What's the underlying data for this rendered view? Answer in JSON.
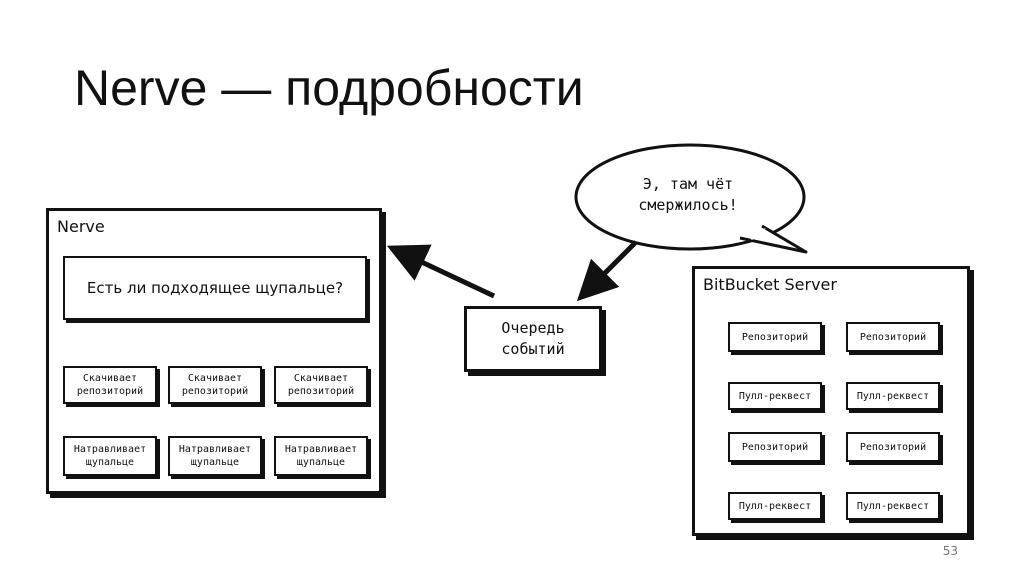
{
  "slide": {
    "title": "Nerve — подробности",
    "page_number": "53"
  },
  "bubble": {
    "text": "Э, там чёт\nсмержилось!"
  },
  "queue": {
    "label": "Очередь\nсобытий"
  },
  "nerve": {
    "label": "Nerve",
    "question": "Есть ли подходящее щупальце?",
    "columns": [
      {
        "download": "Скачивает\nрепозиторий",
        "apply": "Натравливает\nщупальце"
      },
      {
        "download": "Скачивает\nрепозиторий",
        "apply": "Натравливает\nщупальце"
      },
      {
        "download": "Скачивает\nрепозиторий",
        "apply": "Натравливает\nщупальце"
      }
    ]
  },
  "bitbucket": {
    "label": "BitBucket Server",
    "pairs": [
      {
        "repo": "Репозиторий",
        "pr": "Пулл-реквест"
      },
      {
        "repo": "Репозиторий",
        "pr": "Пулл-реквест"
      },
      {
        "repo": "Репозиторий",
        "pr": "Пулл-реквест"
      },
      {
        "repo": "Репозиторий",
        "pr": "Пулл-реквест"
      }
    ]
  }
}
